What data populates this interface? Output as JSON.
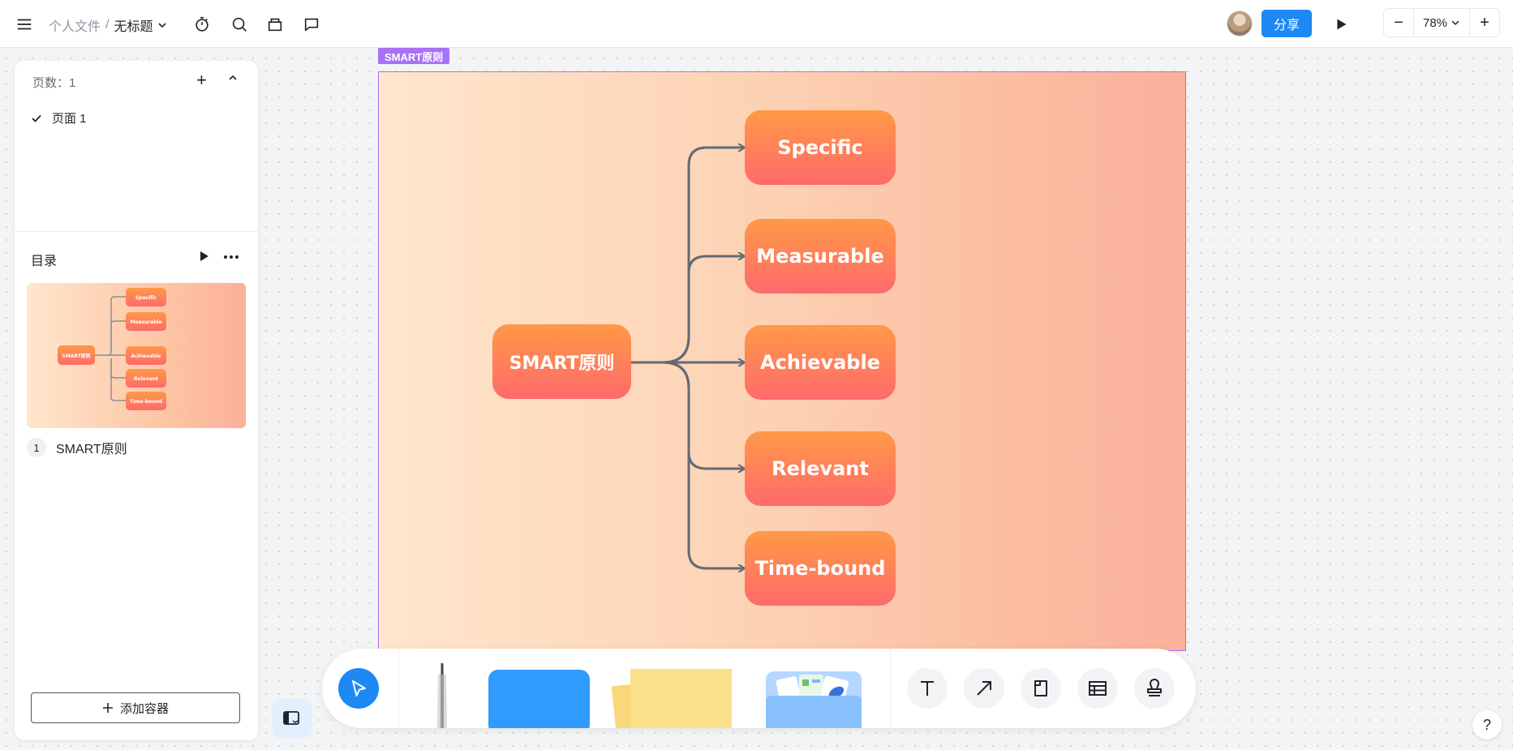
{
  "topbar": {
    "breadcrumb_root": "个人文件",
    "breadcrumb_sep": "/",
    "breadcrumb_current": "无标题",
    "share_label": "分享",
    "zoom_minus": "−",
    "zoom_value": "78%",
    "zoom_plus": "+"
  },
  "sidebar": {
    "pages_count_label": "页数：1",
    "add_label": "+",
    "pages": [
      {
        "label": "页面 1",
        "selected": true
      }
    ],
    "toc_title": "目录",
    "toc_items": [
      {
        "index": "1",
        "label": "SMART原则"
      }
    ],
    "add_container_label": "添加容器"
  },
  "canvas": {
    "frame_label": "SMART原则",
    "root_node": "SMART原则",
    "children": [
      "Specific",
      "Measurable",
      "Achievable",
      "Relevant",
      "Time-bound"
    ]
  },
  "thumbnail": {
    "root_node": "SMART原则",
    "children": [
      "Specific",
      "Measurable",
      "Achievable",
      "Relevant",
      "Time-bound"
    ]
  },
  "help_label": "?",
  "colors": {
    "accent": "#1e88f5",
    "frame_border": "#a971f5",
    "node_top": "#ff9946",
    "node_bottom": "#ff6a6c",
    "connector": "#646a73"
  }
}
